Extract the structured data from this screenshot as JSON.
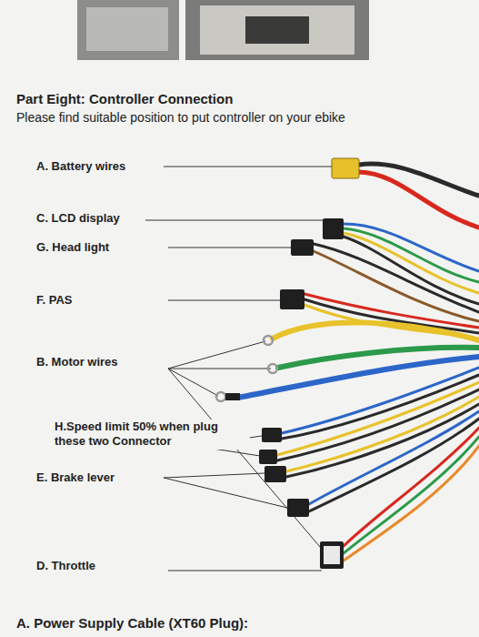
{
  "diagram": {
    "title": "Part Eight: Controller Connection",
    "labels": [
      "Please find suitable position to put controller on your ebike",
      "A. Battery wires",
      "C. LCD display",
      "G. Head light",
      "F. PAS",
      "B. Motor wires",
      "H.Speed limit 50% when plug these two Connector",
      "E. Brake lever",
      "D. Throttle",
      "A. Power Supply Cable (XT60 Plug):"
    ]
  }
}
